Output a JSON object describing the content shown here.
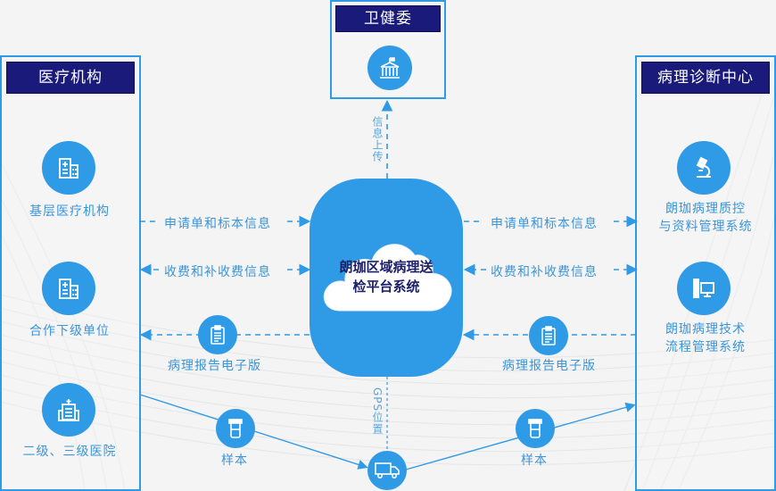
{
  "colors": {
    "accent": "#2f9ae6",
    "title_bg": "#1a1a7a",
    "label_text": "#3a95da",
    "hub_text": "#1d2068",
    "background": "#f4f4f4"
  },
  "top_panel": {
    "title": "卫健委",
    "icon": "government-building-icon"
  },
  "left_panel": {
    "title": "医疗机构",
    "items": [
      {
        "label": "基层医疗机构",
        "icon": "hospital-building-icon"
      },
      {
        "label": "合作下级单位",
        "icon": "hospital-building-icon"
      },
      {
        "label": "二级、三级医院",
        "icon": "hospital-icon"
      }
    ]
  },
  "right_panel": {
    "title": "病理诊断中心",
    "items": [
      {
        "label_line1": "朗珈病理质控",
        "label_line2": "与资料管理系统",
        "icon": "microscope-icon"
      },
      {
        "label_line1": "朗珈病理技术",
        "label_line2": "流程管理系统",
        "icon": "computer-icon"
      }
    ]
  },
  "hub": {
    "line1": "朗珈区域病理送",
    "line2": "检平台系统",
    "icon": "cloud-icon"
  },
  "flows": {
    "upload": "信息上传",
    "gps": "GPS位置",
    "left_request": "申请单和标本信息",
    "left_fee": "收费和补收费信息",
    "left_report": "病理报告电子版",
    "right_request": "申请单和标本信息",
    "right_fee": "收费和补收费信息",
    "right_report": "病理报告电子版",
    "left_sample": "样本",
    "right_sample": "样本"
  },
  "icons": {
    "report": "clipboard-icon",
    "sample": "sample-tube-icon",
    "transport": "truck-icon"
  }
}
